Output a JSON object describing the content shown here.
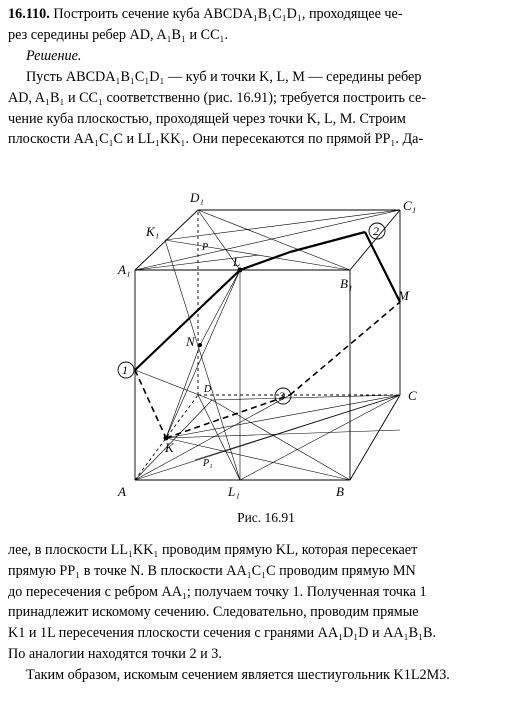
{
  "problem": {
    "number": "16.110.",
    "line1": "Построить сечение куба ABCDA₁B₁C₁D₁, проходящее че-",
    "line2": "рез середины ребер AD, A₁B₁ и CC₁."
  },
  "solution_heading": "Решение.",
  "para1": [
    "Пусть ABCDA₁B₁C₁D₁ — куб и точки K, L, M — середины ребер",
    "AD, A₁B₁ и CC₁ соответственно (рис. 16.91); требуется построить се-",
    "чение куба плоскостью, проходящей через точки K, L, M. Строим",
    "плоскости AA₁C₁C и LL₁KK₁. Они пересекаются по прямой PP₁. Да-"
  ],
  "figure": {
    "labels": {
      "A": "A",
      "B": "B",
      "C": "C",
      "D": "D",
      "A1": "A₁",
      "B1": "B₁",
      "C1": "C₁",
      "D1": "D₁",
      "K": "K",
      "K1": "K₁",
      "L": "L",
      "L1": "L₁",
      "M": "M",
      "N": "N",
      "P": "P",
      "P1": "P₁",
      "n1": "1",
      "n2": "2",
      "n3": "3"
    },
    "caption": "Рис. 16.91"
  },
  "para2": [
    "лее, в плоскости LL₁KK₁ проводим прямую KL, которая пересекает",
    "прямую PP₁ в точке N. В плоскости AA₁C₁C проводим прямую MN",
    "до пересечения с ребром AA₁; получаем точку 1. Полученная точка 1",
    "принадлежит искомому сечению. Следовательно, проводим прямые",
    "K1 и 1L пересечения плоскости сечения с гранями AA₁D₁D и AA₁B₁B.",
    "По аналогии находятся точки 2 и 3."
  ],
  "conclusion": "Таким образом, искомым сечением является шестиугольник K1L2M3."
}
